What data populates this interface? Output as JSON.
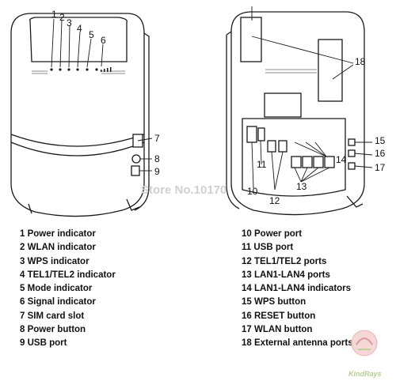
{
  "front_callouts": [
    "1",
    "2",
    "3",
    "4",
    "5",
    "6",
    "7",
    "8",
    "9"
  ],
  "rear_callouts": [
    "10",
    "11",
    "12",
    "13",
    "14",
    "15",
    "16",
    "17",
    "18"
  ],
  "legend_left": [
    {
      "num": "1",
      "label": "Power indicator"
    },
    {
      "num": "2",
      "label": "WLAN indicator"
    },
    {
      "num": "3",
      "label": "WPS indicator"
    },
    {
      "num": "4",
      "label": "TEL1/TEL2 indicator"
    },
    {
      "num": "5",
      "label": "Mode indicator"
    },
    {
      "num": "6",
      "label": "Signal indicator"
    },
    {
      "num": "7",
      "label": "SIM card slot"
    },
    {
      "num": "8",
      "label": "Power button"
    },
    {
      "num": "9",
      "label": "USB port"
    }
  ],
  "legend_right": [
    {
      "num": "10",
      "label": "Power port"
    },
    {
      "num": "11",
      "label": "USB port"
    },
    {
      "num": "12",
      "label": "TEL1/TEL2 ports"
    },
    {
      "num": "13",
      "label": "LAN1-LAN4 ports"
    },
    {
      "num": "14",
      "label": "LAN1-LAN4 indicators"
    },
    {
      "num": "15",
      "label": "WPS button"
    },
    {
      "num": "16",
      "label": "RESET button"
    },
    {
      "num": "17",
      "label": "WLAN button"
    },
    {
      "num": "18",
      "label": "External antenna ports"
    }
  ],
  "watermark_store": "Store No.10170",
  "watermark_brand": "KindRays",
  "colors": {
    "line": "#1a1a1a",
    "accent": "#e08080"
  }
}
